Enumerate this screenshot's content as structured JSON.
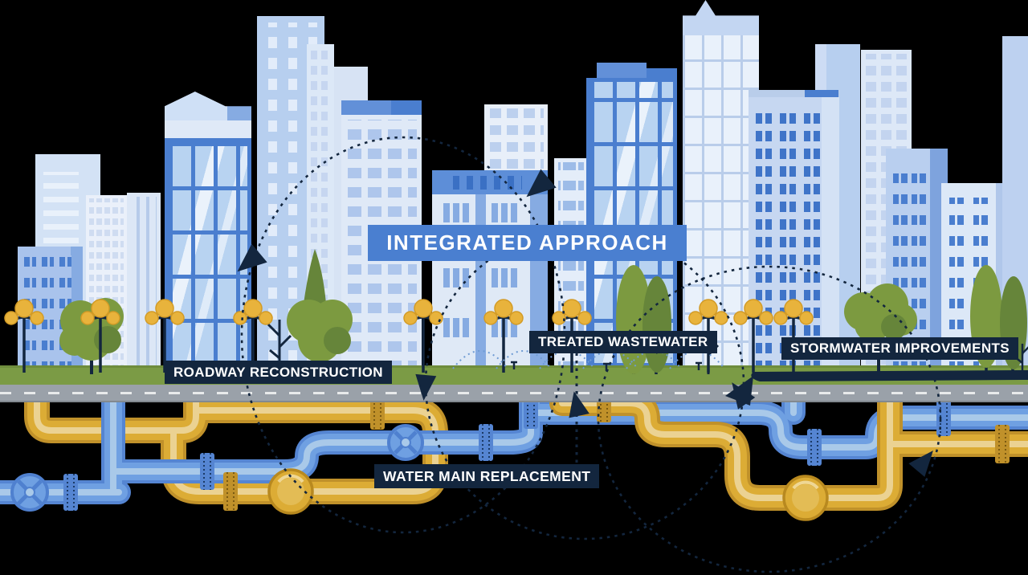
{
  "labels": {
    "integrated_approach": "INTEGRATED APPROACH",
    "roadway_reconstruction": "ROADWAY RECONSTRUCTION",
    "treated_wastewater": "TREATED WASTEWATER",
    "stormwater_improvements": "STORMWATER IMPROVEMENTS",
    "water_main_replacement": "WATER MAIN REPLACEMENT"
  },
  "colors": {
    "banner_blue": "#4A7FD0",
    "label_navy": "#13263E",
    "pipe_yellow": "#DCAC35",
    "pipe_yellow_edge": "#C0912A",
    "pipe_yellow_core": "#EBD292",
    "pipe_blue": "#6FA0E2",
    "pipe_blue_edge": "#5585D2",
    "pipe_blue_core": "#A9C9E9",
    "grass_green": "#7B9B45",
    "road_gray": "#9AA1A9",
    "lamp_gold": "#E8B33C",
    "tree_green": "#7C9A40",
    "tree_green_dark": "#66853A",
    "spray_blue": "#6F9BD4"
  }
}
